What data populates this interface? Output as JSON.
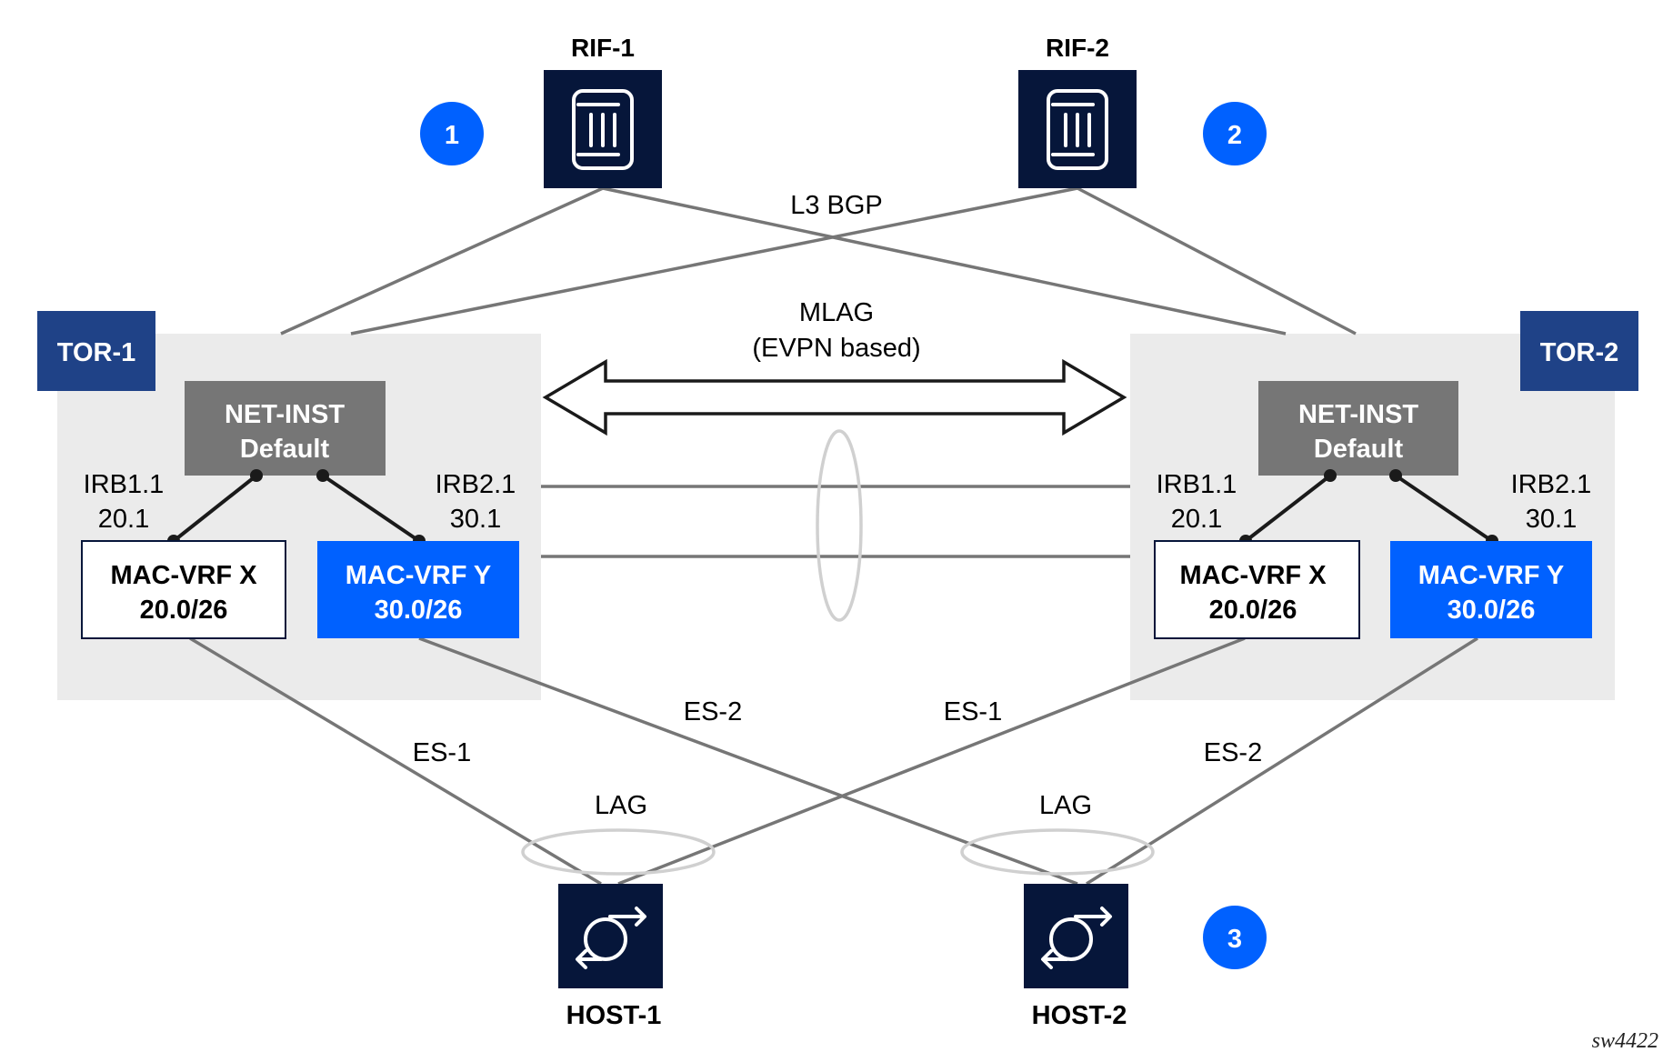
{
  "figure_id": "sw4422",
  "colors": {
    "navy": "#06163a",
    "tor_label": "#1f4287",
    "tor_area": "#ebebeb",
    "net_inst": "#767676",
    "blue": "#0061ff",
    "link": "#767676",
    "ellipse": "#d0d0d0",
    "black": "#1a1a1a"
  },
  "routers": [
    {
      "id": "rif1",
      "label": "RIF-1",
      "icon": "router-icon"
    },
    {
      "id": "rif2",
      "label": "RIF-2",
      "icon": "router-icon"
    }
  ],
  "hosts": [
    {
      "id": "host1",
      "label": "HOST-1",
      "icon": "host-icon"
    },
    {
      "id": "host2",
      "label": "HOST-2",
      "icon": "host-icon"
    }
  ],
  "badges": [
    "1",
    "2",
    "3"
  ],
  "labels": {
    "l3bgp": "L3 BGP",
    "mlag_line1": "MLAG",
    "mlag_line2": "(EVPN based)",
    "lag": "LAG",
    "es1": "ES-1",
    "es2": "ES-2"
  },
  "tors": [
    {
      "id": "tor1",
      "label": "TOR-1",
      "net_inst": {
        "line1": "NET-INST",
        "line2": "Default"
      },
      "irb1": {
        "name": "IRB1.1",
        "addr": "20.1"
      },
      "irb2": {
        "name": "IRB2.1",
        "addr": "30.1"
      },
      "vrf_x": {
        "line1": "MAC-VRF X",
        "line2": "20.0/26"
      },
      "vrf_y": {
        "line1": "MAC-VRF Y",
        "line2": "30.0/26"
      }
    },
    {
      "id": "tor2",
      "label": "TOR-2",
      "net_inst": {
        "line1": "NET-INST",
        "line2": "Default"
      },
      "irb1": {
        "name": "IRB1.1",
        "addr": "20.1"
      },
      "irb2": {
        "name": "IRB2.1",
        "addr": "30.1"
      },
      "vrf_x": {
        "line1": "MAC-VRF X",
        "line2": "20.0/26"
      },
      "vrf_y": {
        "line1": "MAC-VRF Y",
        "line2": "30.0/26"
      }
    }
  ]
}
